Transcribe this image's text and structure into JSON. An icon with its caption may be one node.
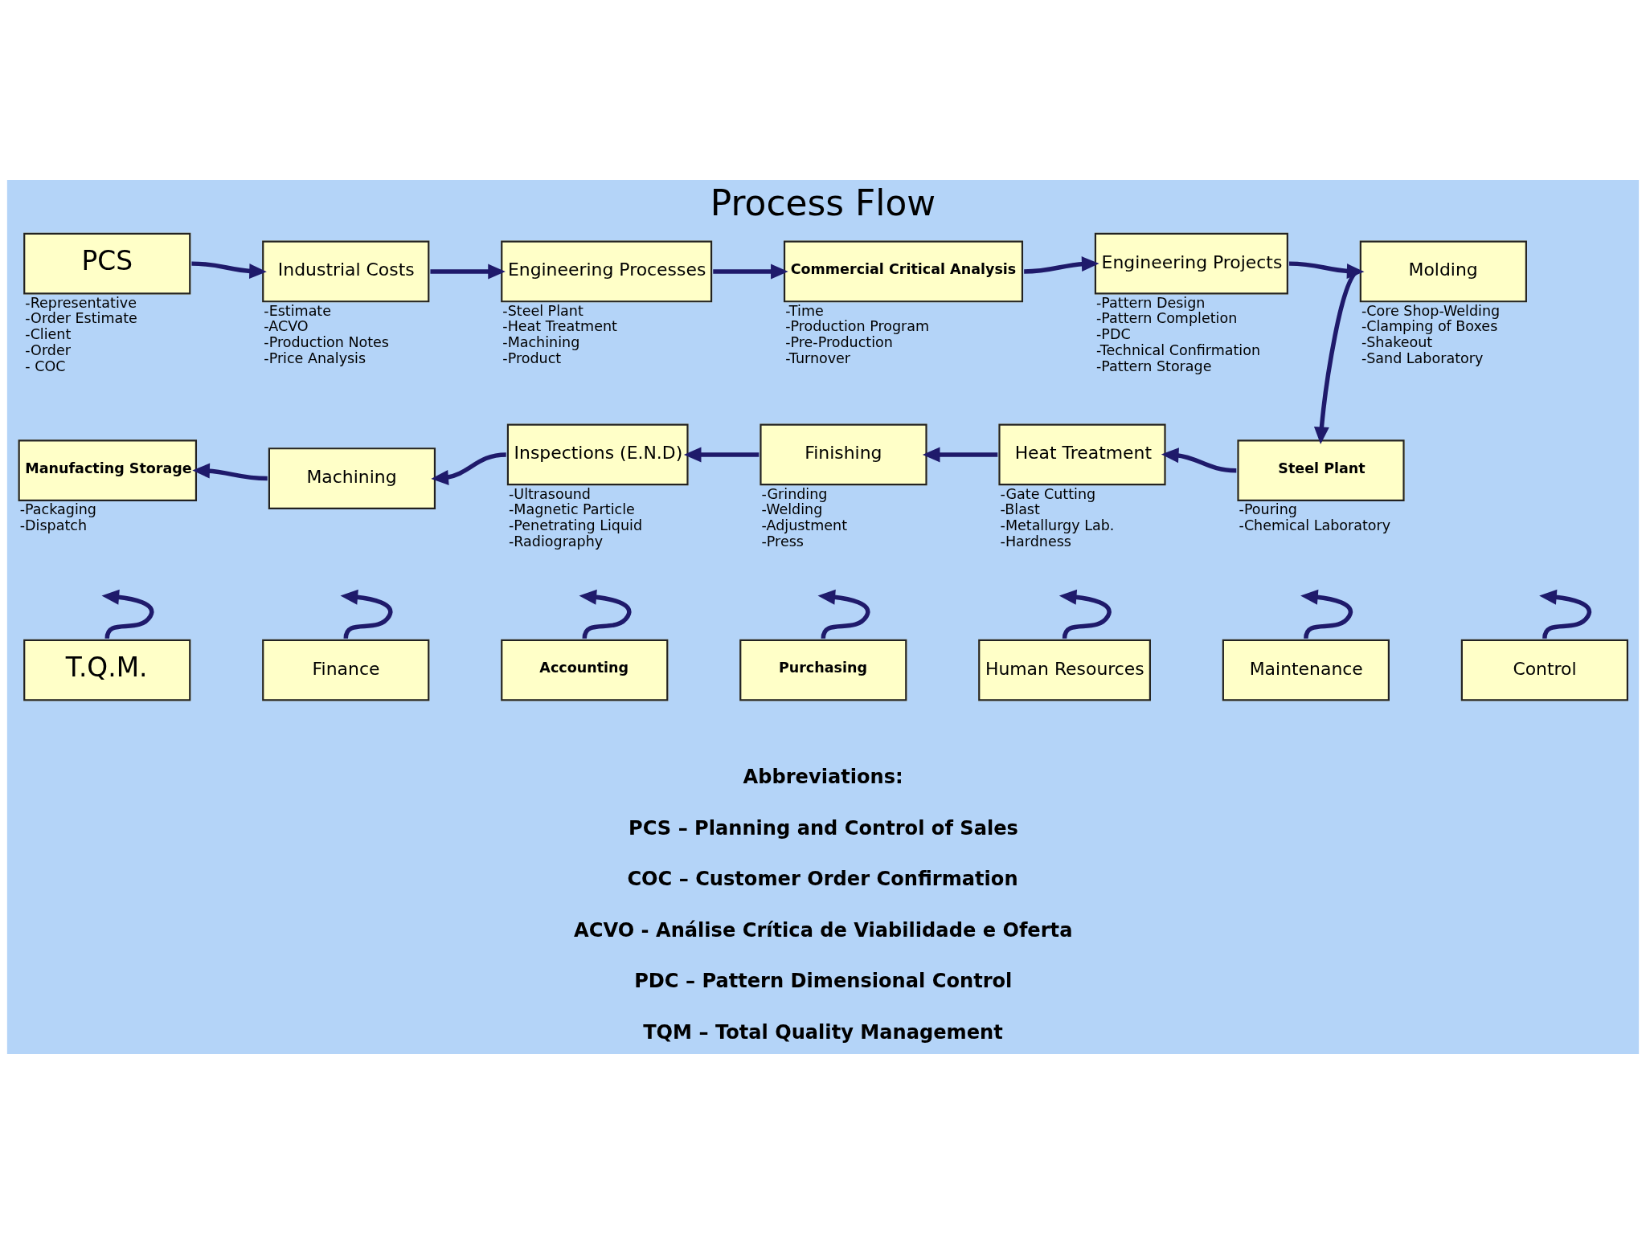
{
  "diagram": {
    "title": "Process Flow",
    "nodes": [
      {
        "text": [
          "PCS"
        ],
        "beside": [
          "-Representative",
          "-Order Estimate",
          "-Client",
          "-Order",
          "- COC"
        ]
      },
      {
        "text": [
          "Industrial Costs"
        ],
        "beside": [
          "-Estimate",
          "-ACVO",
          "-Production Notes",
          "-Price Analysis"
        ]
      },
      {
        "text": [
          "Engineering Processes"
        ],
        "beside": [
          "-Steel Plant",
          "-Heat Treatment",
          "-Machining",
          "-Product"
        ]
      },
      {
        "text": [
          "Commercial Critical Analysis"
        ],
        "beside": [
          "-Time",
          "-Production Program",
          "-Pre-Production",
          "-Turnover"
        ]
      },
      {
        "text": [
          "Engineering Projects"
        ],
        "beside": [
          "-Pattern Design",
          "-Pattern Completion",
          "-PDC",
          "-Technical Confirmation",
          "-Pattern Storage"
        ]
      },
      {
        "text": [
          "Molding"
        ],
        "beside": [
          "-Core Shop-Welding",
          "-Clamping of Boxes",
          "-Shakeout",
          "-Sand Laboratory"
        ]
      },
      {
        "text": [
          "Manufacting Storage"
        ],
        "beside": [
          "-Packaging",
          "-Dispatch"
        ]
      },
      {
        "text": [
          "Machining"
        ]
      },
      {
        "text": [
          "Inspections (E.N.D)"
        ],
        "beside": [
          "-Ultrasound",
          "-Magnetic Particle",
          "-Penetrating Liquid",
          "-Radiography"
        ]
      },
      {
        "text": [
          "Finishing"
        ],
        "beside": [
          "-Grinding",
          "-Welding",
          "-Adjustment",
          "-Press"
        ]
      },
      {
        "text": [
          "Heat Treatment"
        ],
        "beside": [
          "-Gate Cutting",
          "-Blast",
          "-Metallurgy Lab.",
          "-Hardness"
        ]
      },
      {
        "text": [
          "Steel Plant"
        ],
        "beside": [
          "-Pouring",
          "-Chemical Laboratory"
        ]
      },
      {
        "text": [
          "T.Q.M."
        ]
      },
      {
        "text": [
          "Finance"
        ]
      },
      {
        "text": [
          "Accounting"
        ]
      },
      {
        "text": [
          "Purchasing"
        ]
      },
      {
        "text": [
          "Human Resources"
        ]
      },
      {
        "text": [
          "Maintenance"
        ]
      },
      {
        "text": [
          "Control"
        ]
      }
    ],
    "edges": [
      {
        "from": 0,
        "to": 1,
        "arrow": "to"
      },
      {
        "from": 1,
        "to": 2,
        "arrow": "to"
      },
      {
        "from": 2,
        "to": 3,
        "arrow": "to"
      },
      {
        "from": 3,
        "to": 4,
        "arrow": "to"
      },
      {
        "from": 4,
        "to": 5,
        "arrow": "to"
      },
      {
        "from": 5,
        "to": 11,
        "arrow": "to"
      },
      {
        "from": 11,
        "to": 10,
        "arrow": "to"
      },
      {
        "from": 10,
        "to": 9,
        "arrow": "to"
      },
      {
        "from": 9,
        "to": 8,
        "arrow": "to"
      },
      {
        "from": 8,
        "to": 7,
        "arrow": "to"
      },
      {
        "from": 7,
        "to": 6,
        "arrow": "to"
      },
      {
        "from": 12,
        "to": null,
        "arrow": "to"
      },
      {
        "from": 13,
        "to": null,
        "arrow": "to"
      },
      {
        "from": 14,
        "to": null,
        "arrow": "to"
      },
      {
        "from": 15,
        "to": null,
        "arrow": "to"
      },
      {
        "from": 16,
        "to": null,
        "arrow": "to"
      },
      {
        "from": 17,
        "to": null,
        "arrow": "to"
      },
      {
        "from": 18,
        "to": null,
        "arrow": "to"
      }
    ],
    "labels": [
      "Abbreviations:",
      "PCS – Planning and Control of Sales",
      "COC – Customer Order Confirmation",
      "ACVO - Análise Crítica de Viabilidade e Oferta",
      "PDC – Pattern Dimensional Control",
      "TQM – Total Quality Management"
    ]
  }
}
